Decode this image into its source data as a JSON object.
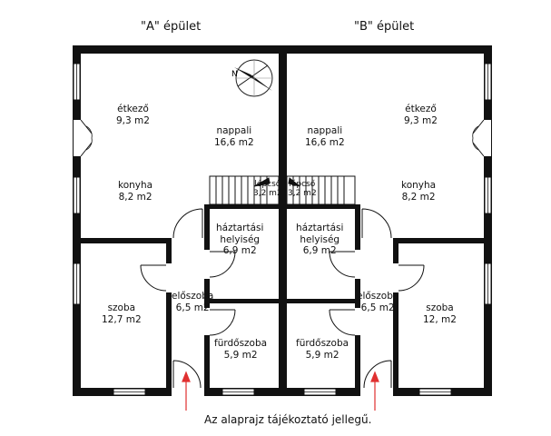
{
  "buildings": [
    {
      "title": "\"A\" épület"
    },
    {
      "title": "\"B\" épület"
    }
  ],
  "rooms": [
    {
      "name": "étkező",
      "area": "9,3 m2"
    },
    {
      "name": "nappali",
      "area": "16,6 m2"
    },
    {
      "name": "konyha",
      "area": "8,2 m2"
    },
    {
      "name": "lépcső",
      "area": "3,2 m2"
    },
    {
      "name": "háztartási",
      "name2": "helyiség",
      "area": "6,9 m2"
    },
    {
      "name": "szoba",
      "area": "12,7 m2"
    },
    {
      "name": "előszoba",
      "area": "6,5 m2"
    },
    {
      "name": "fürdőszoba",
      "area": "5,9 m2"
    },
    {
      "name": "nappali",
      "area": "16,6 m2"
    },
    {
      "name": "étkező",
      "area": "9,3 m2"
    },
    {
      "name": "konyha",
      "area": "8,2 m2"
    },
    {
      "name": "lépcső",
      "area": "3,2 m2"
    },
    {
      "name": "háztartási",
      "name2": "helyiség",
      "area": "6,9 m2"
    },
    {
      "name": "előszoba",
      "area": "6,5 m2"
    },
    {
      "name": "szoba",
      "area": "12, m2"
    },
    {
      "name": "fürdőszoba",
      "area": "5,9 m2"
    }
  ],
  "note": "Az alaprajz tájékoztató jellegű.",
  "colors": {
    "wall": "#111111",
    "window": "#ffffff",
    "accent": "#e03030"
  }
}
